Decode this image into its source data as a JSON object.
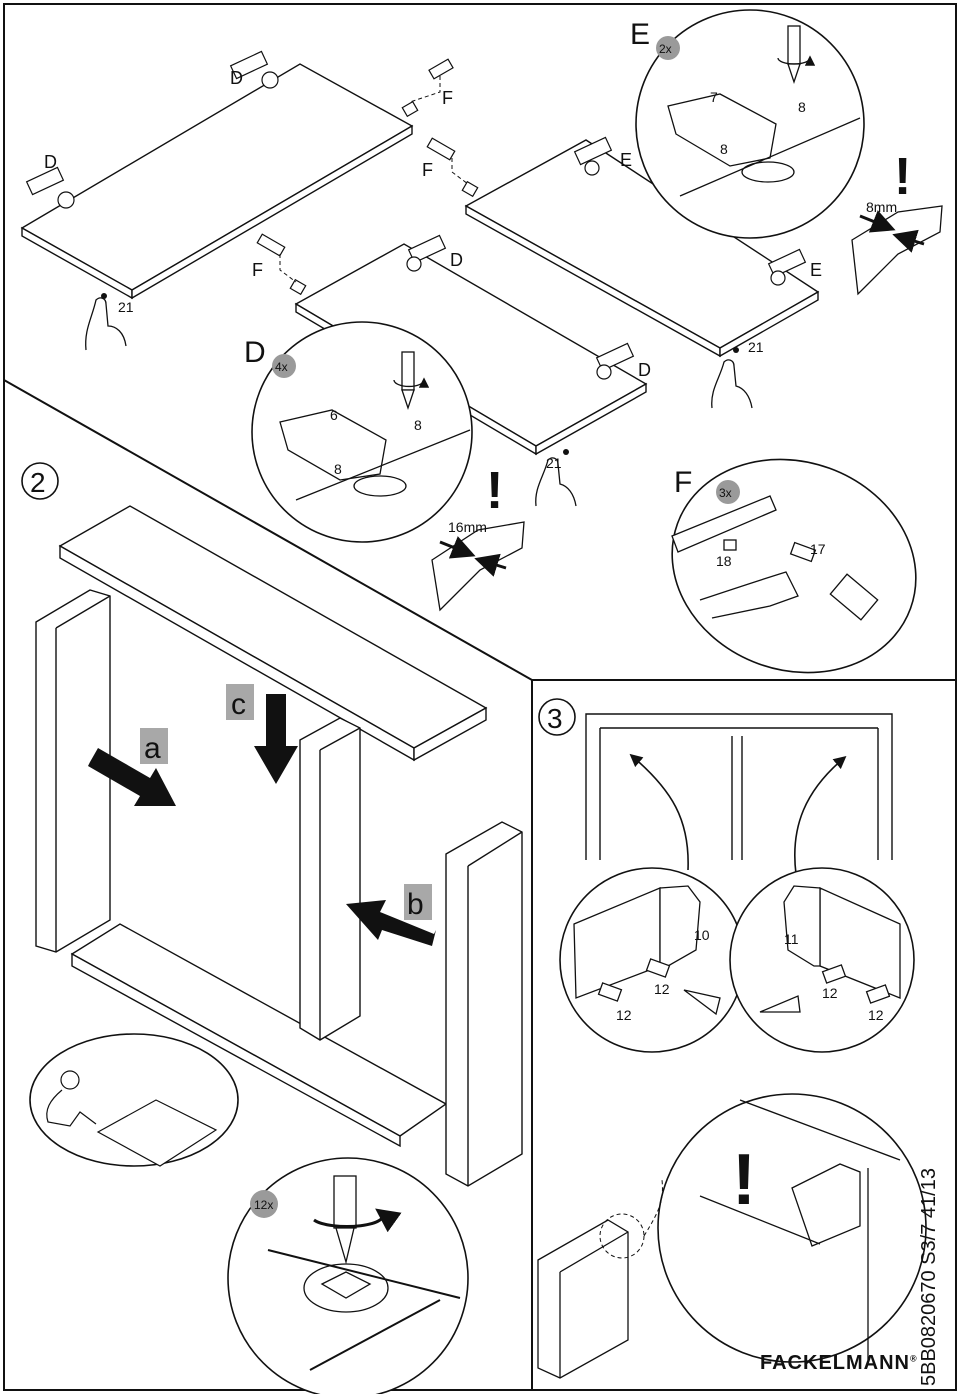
{
  "steps": {
    "step2": "2",
    "step3": "3"
  },
  "step1_labels": {
    "hinge_d": "D",
    "hinge_e": "E",
    "dowel_f": "F",
    "count_4x": "4x",
    "count_2x": "2x",
    "count_3x": "3x",
    "part_21": "21",
    "part_6": "6",
    "part_7": "7",
    "part_8": "8",
    "part_17": "17",
    "part_18": "18",
    "warning": "!",
    "gap_16mm": "16mm",
    "gap_8mm": "8mm"
  },
  "step2_labels": {
    "a": "a",
    "b": "b",
    "c": "c",
    "count_12x": "12x"
  },
  "step3_labels": {
    "part_10": "10",
    "part_11": "11",
    "part_12": "12",
    "warning": "!"
  },
  "footer": {
    "brand": "FACKELMANN",
    "brand_mark": "®",
    "code": "5BB0820670 S3/7 41/13"
  },
  "colors": {
    "line": "#111111",
    "badge_gray": "#9a9a9a",
    "box_gray": "#a8a8a8"
  }
}
